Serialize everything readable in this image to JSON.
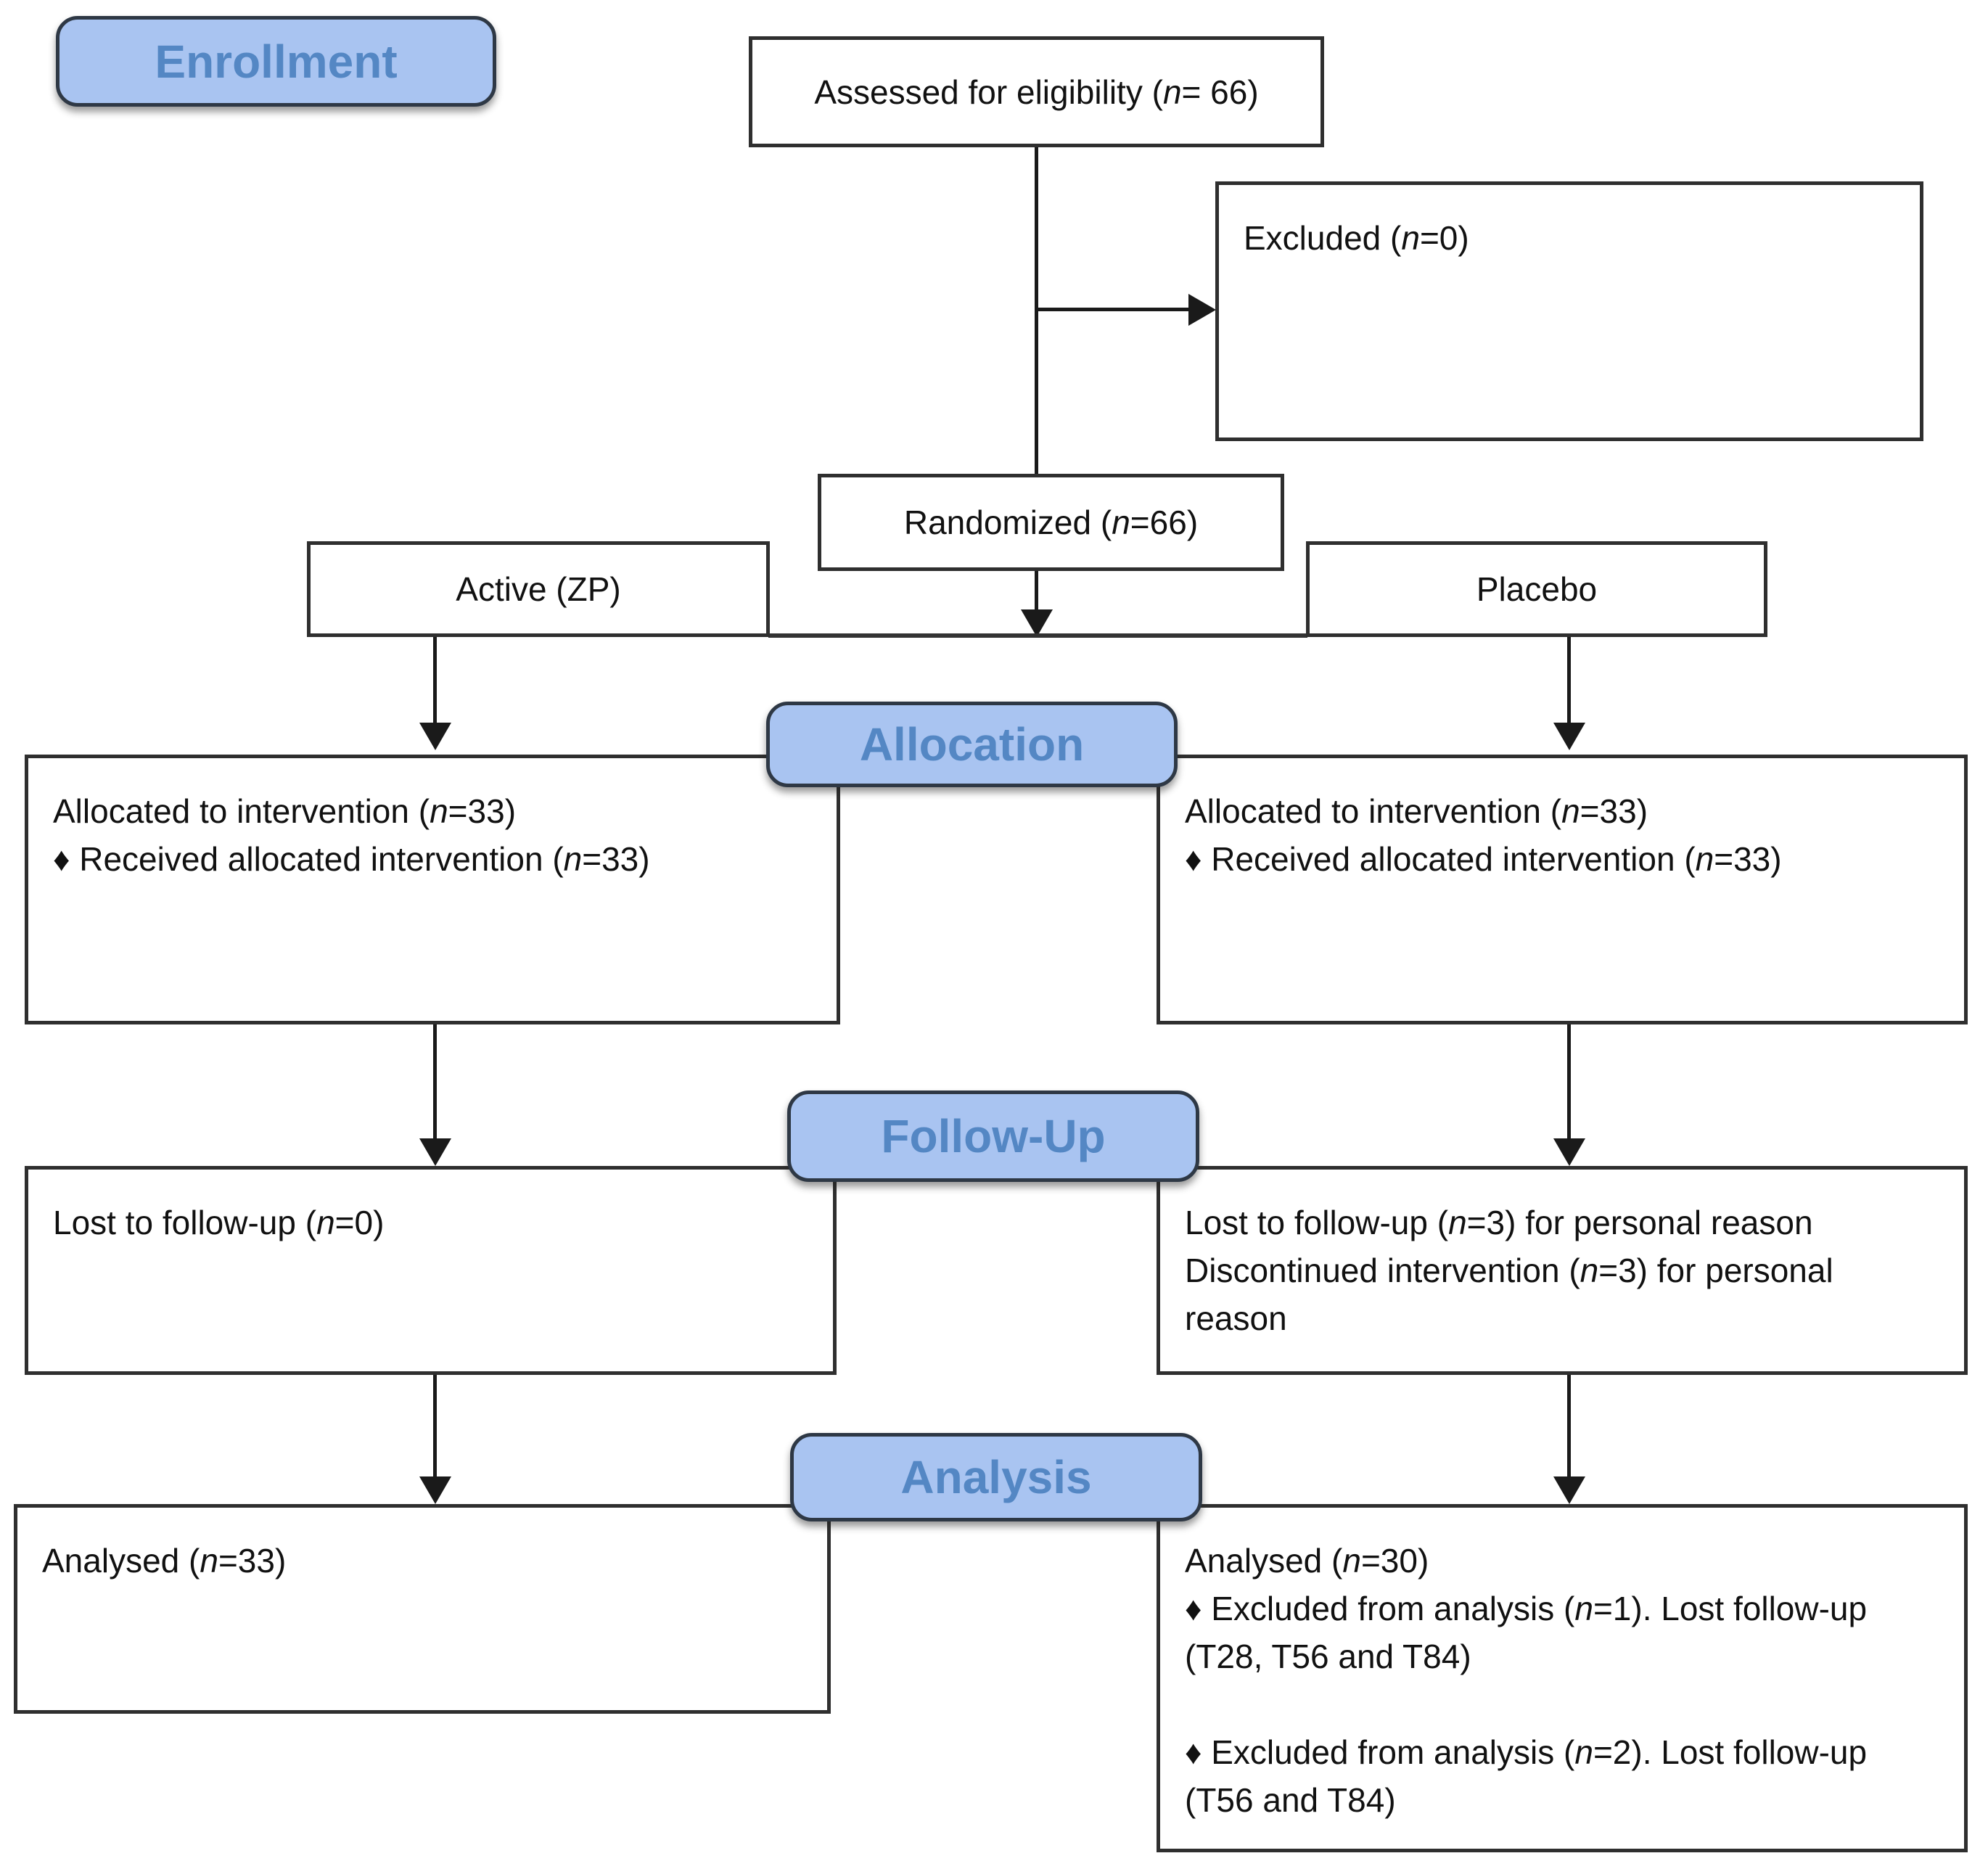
{
  "headers": {
    "enrollment": "Enrollment",
    "allocation": "Allocation",
    "followup": "Follow-Up",
    "analysis": "Analysis"
  },
  "boxes": {
    "assessed": {
      "lines": [
        "Assessed for eligibility (*n*= 66)"
      ]
    },
    "excluded": {
      "lines": [
        "Excluded (*n*=0)"
      ]
    },
    "randomized": {
      "lines": [
        "Randomized (*n*=66)"
      ]
    },
    "active_arm": {
      "lines": [
        "Active (ZP)"
      ]
    },
    "placebo_arm": {
      "lines": [
        "Placebo"
      ]
    },
    "allocation_left": {
      "lines": [
        "Allocated to intervention (*n*=33)",
        "♦ Received allocated intervention (*n*=33)"
      ]
    },
    "allocation_right": {
      "lines": [
        "Allocated to intervention (*n*=33)",
        "♦ Received allocated intervention (*n*=33)"
      ]
    },
    "followup_left": {
      "lines": [
        "Lost to follow-up (*n*=0)"
      ]
    },
    "followup_right": {
      "lines": [
        "Lost to follow-up (*n*=3) for personal reason",
        "Discontinued intervention (*n*=3) for personal",
        "reason"
      ]
    },
    "analysis_left": {
      "lines": [
        "Analysed (*n*=33)"
      ]
    },
    "analysis_right": {
      "lines": [
        "Analysed (*n*=30)",
        "♦ Excluded from analysis (*n*=1). Lost follow-up",
        "(T28, T56 and T84)",
        "",
        "♦ Excluded from analysis (*n*=2). Lost follow-up",
        "(T56 and T84)"
      ]
    }
  },
  "colors": {
    "header_fill": "#a9c4f1",
    "header_border": "#2e3845",
    "header_text": "#5487c4",
    "box_border": "#2f2f2f",
    "line": "#1a1a1a",
    "text": "#111111",
    "background": "#ffffff"
  }
}
